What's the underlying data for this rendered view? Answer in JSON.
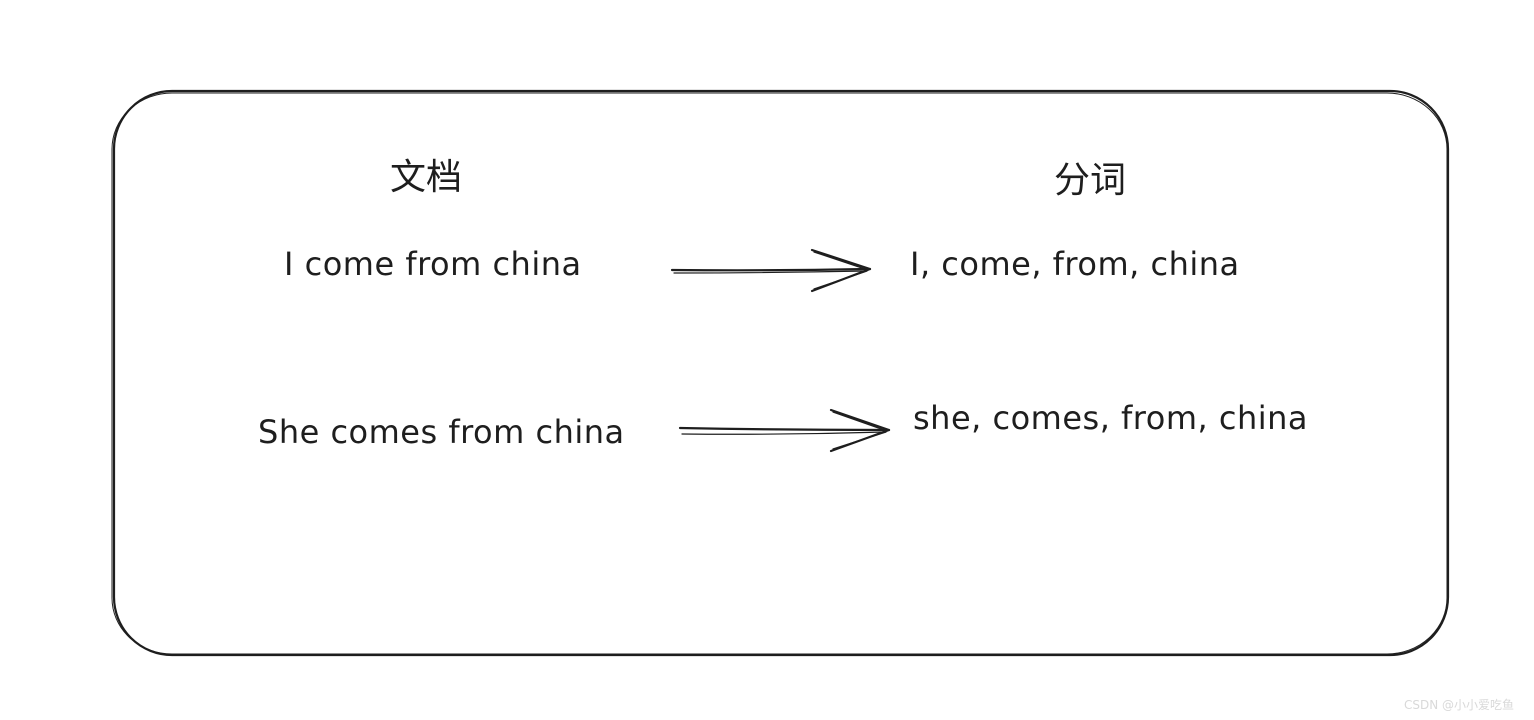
{
  "headers": {
    "document": "文档",
    "tokens": "分词"
  },
  "rows": [
    {
      "document": "I come from china",
      "tokens": "I, come, from, china"
    },
    {
      "document": "She comes from china",
      "tokens": "she, comes, from, china"
    }
  ],
  "watermark": "CSDN @小小爱吃鱼",
  "colors": {
    "stroke": "#1e1e1e",
    "background": "#ffffff"
  }
}
